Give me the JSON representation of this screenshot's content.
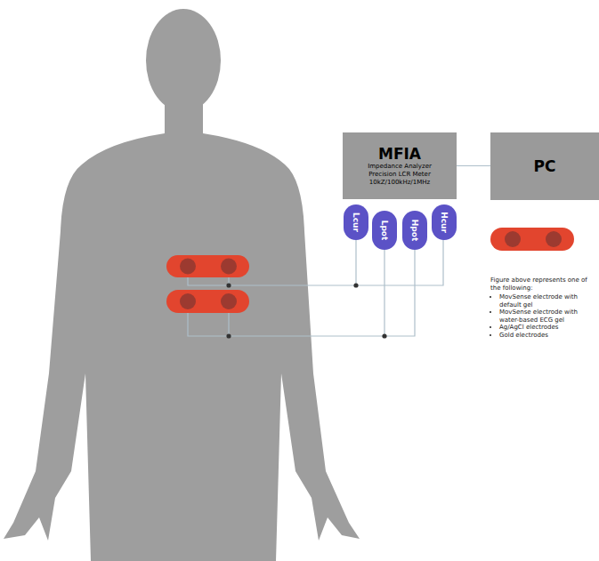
{
  "diagram": {
    "nodes": [
      {
        "text": [
          "MFIA",
          "Impedance Analyzer",
          "Precision LCR Meter",
          "10kZ/100kHz/1MHz"
        ]
      },
      {
        "text": [
          "PC"
        ]
      },
      {
        "text": [
          "Lcur"
        ]
      },
      {
        "text": [
          "Lpot"
        ]
      },
      {
        "text": [
          "Hpot"
        ]
      },
      {
        "text": [
          "Hcur"
        ]
      }
    ],
    "edges": [
      {
        "from": 0,
        "to": 1,
        "arrow": "none"
      }
    ],
    "labels": [
      "Figure above represents one of the following:",
      "MovSense electrode with default gel",
      "MovSense electrode with water-based ECG gel",
      "Ag/AgCl electrodes",
      "Gold electrodes"
    ]
  }
}
